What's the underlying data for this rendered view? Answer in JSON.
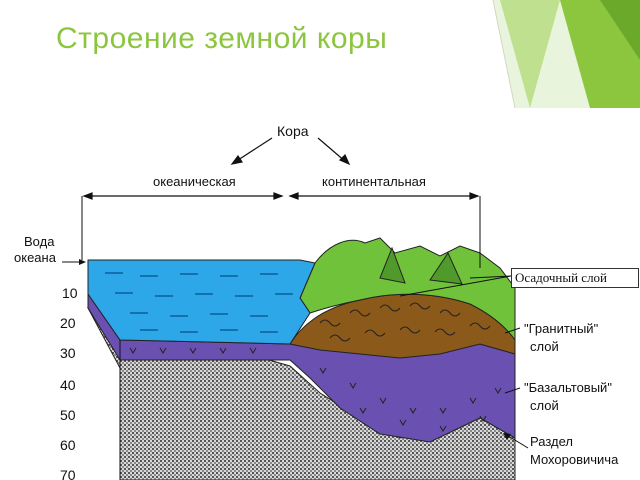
{
  "title": "Строение земной коры",
  "colors": {
    "title": "#8cc63f",
    "water": "#2ea7e8",
    "granite": "#8b5a1b",
    "basalt": "#6a50b0",
    "sediment": "#6fc23a",
    "mantle": "#9a9a9a"
  },
  "diagram": {
    "crust_label": "Кора",
    "oceanic_label": "океаническая",
    "continental_label": "континентальная",
    "water_label_line1": "Вода",
    "water_label_line2": "океана",
    "depth_ticks": [
      "10",
      "20",
      "30",
      "40",
      "50",
      "60",
      "70"
    ],
    "granite_label_line1": "\"Гранитный\"",
    "granite_label_line2": "слой",
    "basalt_label_line1": "\"Базальтовый\"",
    "basalt_label_line2": "слой",
    "moho_label_line1": "Раздел",
    "moho_label_line2": "Мохоровичича",
    "sediment_callout": "Осадочный слой"
  }
}
